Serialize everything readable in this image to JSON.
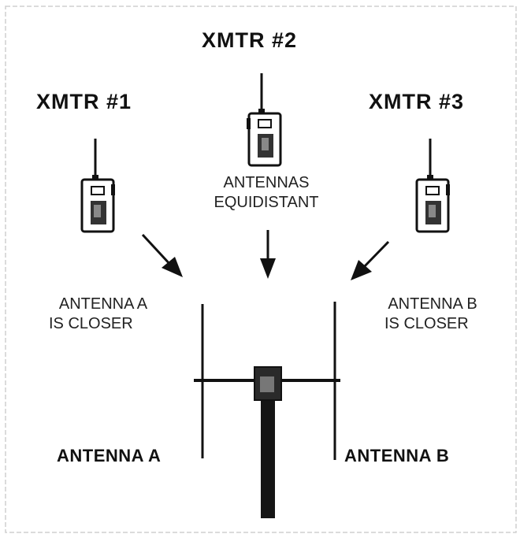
{
  "xmtr1": {
    "title": "XMTR #1"
  },
  "xmtr2": {
    "title": "XMTR #2"
  },
  "xmtr3": {
    "title": "XMTR #3"
  },
  "notes": {
    "center_line1": "ANTENNAS",
    "center_line2": "EQUIDISTANT",
    "left_line1": "ANTENNA A",
    "left_line2": "IS CLOSER",
    "right_line1": "ANTENNA B",
    "right_line2": "IS CLOSER"
  },
  "antennas": {
    "a_label": "ANTENNA A",
    "b_label": "ANTENNA B"
  },
  "colors": {
    "ink": "#111111",
    "background": "#ffffff"
  }
}
